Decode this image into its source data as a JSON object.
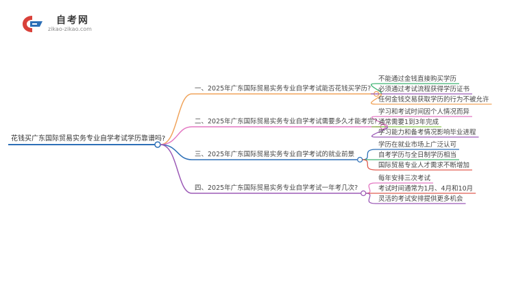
{
  "logo": {
    "title": "自考网",
    "url": "zikao-zikao.com",
    "colors": {
      "blue": "#2c6fb7",
      "red": "#d9413a"
    }
  },
  "root": {
    "text": "花钱买广东国际贸易实务专业自学考试学历靠谱吗?",
    "color": "#2c6fb7"
  },
  "branches": [
    {
      "text": "一、2025年广东国际贸易实务专业自学考试能否花钱买学历?",
      "color": "#f0a35a",
      "children": [
        "不能通过金钱直接购买学历",
        "必须通过考试流程获得学历证书",
        "任何金钱交易获取学历的行为不被允许"
      ],
      "child_colors": [
        "#3cb371",
        "#9b59b6",
        "#f0a35a"
      ]
    },
    {
      "text": "二、2025年广东国际贸易实务专业自学考试需要多久才能考完?",
      "color": "#e377c2",
      "children": [
        "学习和考试时间因个人情况而异",
        "通常需要1到3年完成",
        "学习能力和备考情况影响毕业进程"
      ],
      "child_colors": [
        "#e377c2",
        "#8bc34a",
        "#9b59b6"
      ]
    },
    {
      "text": "三、2025年广东国际贸易实务专业自学考试的就业前景",
      "color": "#2c6fb7",
      "children": [
        "学历在就业市场上广泛认可",
        "自考学历与全日制学历相当",
        "国际贸易专业人才需求不断增加"
      ],
      "child_colors": [
        "#2c6fb7",
        "#3cb371",
        "#e05a4f"
      ]
    },
    {
      "text": "四、2025年广东国际贸易实务专业自学考试一年考几次?",
      "color": "#9b59b6",
      "children": [
        "每年安排三次考试",
        "考试时间通常为1月、4月和10月",
        "灵活的考试安排提供更多机会"
      ],
      "child_colors": [
        "#e377c2",
        "#e05a4f",
        "#9b59b6"
      ]
    }
  ]
}
